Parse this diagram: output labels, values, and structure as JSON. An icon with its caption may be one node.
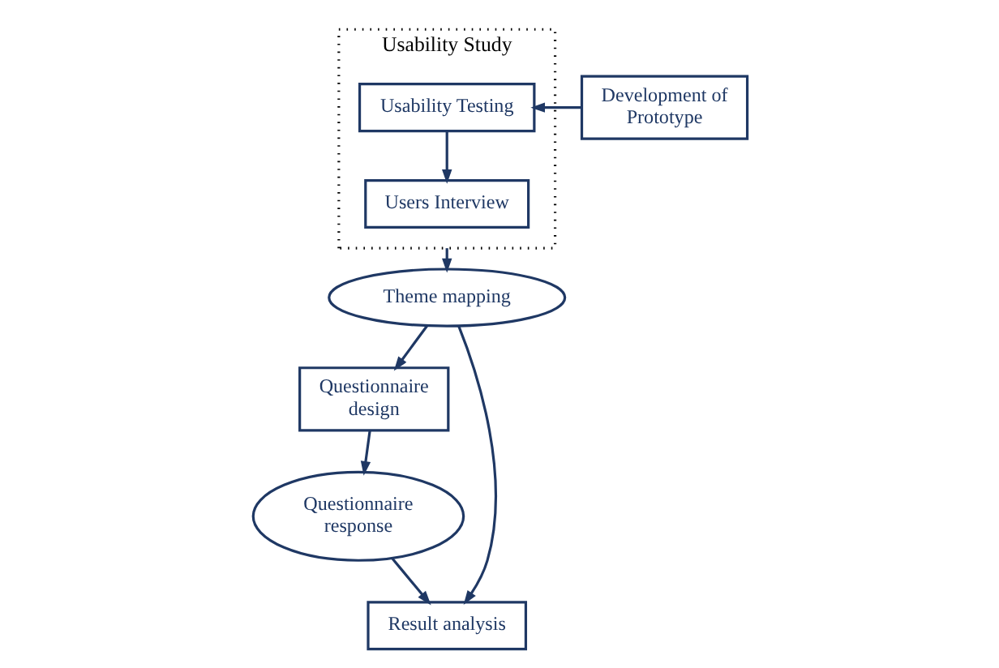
{
  "diagram": {
    "nodes": [
      {
        "text": [
          "Usability Study"
        ]
      },
      {
        "text": [
          "Development of Prototype"
        ]
      },
      {
        "text": [
          "Usability Testing"
        ],
        "in": 0
      },
      {
        "text": [
          "Users Interview"
        ],
        "in": 0
      },
      {
        "text": [
          "Theme mapping"
        ]
      },
      {
        "text": [
          "Questionnaire design"
        ]
      },
      {
        "text": [
          "Questionnaire response"
        ]
      },
      {
        "text": [
          "Result analysis"
        ]
      }
    ],
    "edges": [
      {
        "from": 1,
        "to": 2,
        "arrow": "to"
      },
      {
        "from": 2,
        "to": 3,
        "arrow": "to"
      },
      {
        "from": 0,
        "to": 4,
        "arrow": "to"
      },
      {
        "from": 4,
        "to": 5,
        "arrow": "to"
      },
      {
        "from": 5,
        "to": 6,
        "arrow": "to"
      },
      {
        "from": 6,
        "to": 7,
        "arrow": "to"
      },
      {
        "from": 4,
        "to": 7,
        "arrow": "to"
      }
    ]
  }
}
